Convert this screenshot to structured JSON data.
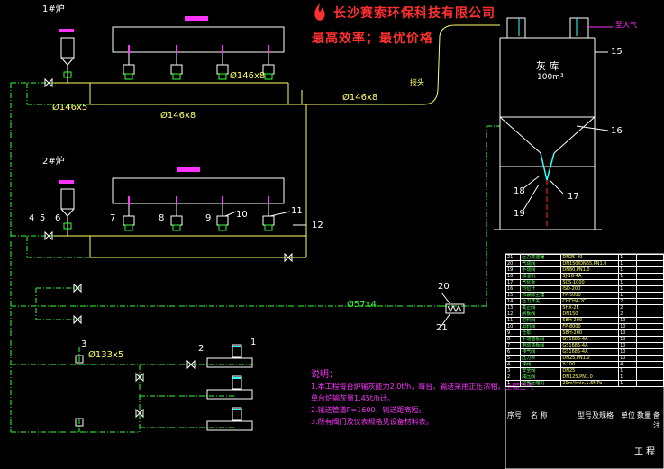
{
  "company": {
    "name": "长沙赛索环保科技有限公司",
    "slogan": "最高效率；最优价格",
    "logo": "flame-logo-icon"
  },
  "furnaces": {
    "f1_label": "1#炉",
    "f2_label": "2#炉"
  },
  "silo": {
    "name": "灰 库",
    "volume": "100m³",
    "vent_label": "至大气"
  },
  "pipes": {
    "p1": "Ø146x5",
    "p2": "Ø146x8",
    "p3": "Ø146x8",
    "p4": "Ø146x8",
    "p5": "Ø57x4",
    "p6": "Ø133x5",
    "link": "接头"
  },
  "callouts": [
    "1",
    "2",
    "3",
    "4",
    "5",
    "6",
    "7",
    "8",
    "9",
    "10",
    "11",
    "12",
    "15",
    "16",
    "17",
    "18",
    "19",
    "20",
    "21"
  ],
  "notes": {
    "title": "说明：",
    "line1": "1.本工程每台炉输灰能力2.0t/h，每台，输送采用正压浓相，压缩空气",
    "line2": "   单台炉输灰量1.45t/h计。",
    "line3": "2.输送管道P=1600，输送距离短。",
    "line4": "3.所有阀门及仪表规格见设备材料表。"
  },
  "bom": [
    {
      "no": "21",
      "name": "压力变送器",
      "spec": "DN25-40",
      "qty": "1"
    },
    {
      "no": "20",
      "name": "气动阀",
      "spec": "DN150/DN65,PN1.0",
      "qty": "1"
    },
    {
      "no": "19",
      "name": "手动阀",
      "spec": "DN80,PN1.0",
      "qty": "1"
    },
    {
      "no": "18",
      "name": "加湿机",
      "spec": "SJ-18-4A",
      "qty": "1"
    },
    {
      "no": "17",
      "name": "气化板",
      "spec": "SCS-1000",
      "qty": "1"
    },
    {
      "no": "16",
      "name": "料位计",
      "spec": "ISD-200",
      "qty": "1"
    },
    {
      "no": "15",
      "name": "布袋除尘器",
      "spec": "FP-5000",
      "qty": "1"
    },
    {
      "no": "14",
      "name": "压力开关",
      "spec": "CHCH4-2C",
      "qty": "2"
    },
    {
      "no": "13",
      "name": "截止阀",
      "spec": "SHX-2E",
      "qty": "2"
    },
    {
      "no": "12",
      "name": "闸板阀",
      "spec": "DN150",
      "qty": "2"
    },
    {
      "no": "11",
      "name": "进料阀",
      "spec": "SBH-200",
      "qty": "10"
    },
    {
      "no": "10",
      "name": "出料阀",
      "spec": "FP-8000",
      "qty": "10"
    },
    {
      "no": "9",
      "name": "仓泵",
      "spec": "SBH-200",
      "qty": "10"
    },
    {
      "no": "8",
      "name": "手动插板阀",
      "spec": "GS1685-4A",
      "qty": "10"
    },
    {
      "no": "7",
      "name": "电动插板阀",
      "spec": "GS1685-4A",
      "qty": "10"
    },
    {
      "no": "6",
      "name": "排气阀",
      "spec": "GS1685-4A",
      "qty": "10"
    },
    {
      "no": "5",
      "name": "压力表",
      "spec": "DN25,PN1.0",
      "qty": "10"
    },
    {
      "no": "4",
      "name": "球阀",
      "spec": "Y-100",
      "qty": "4"
    },
    {
      "no": "3",
      "name": "安全阀",
      "spec": "DN25",
      "qty": "1"
    },
    {
      "no": "2",
      "name": "减压阀",
      "spec": "DN125,PN1.0",
      "qty": "1"
    },
    {
      "no": "1",
      "name": "空气压缩机",
      "spec": "20m³/min,1.6MPa",
      "qty": "1"
    }
  ],
  "bom_header": {
    "no": "序号",
    "name": "名  称",
    "spec": "型号及规格",
    "unit": "单位",
    "qty": "数量",
    "note": "备注"
  },
  "title_block": {
    "project": "工 程"
  },
  "colors": {
    "pipe_green": "#33ff33",
    "pipe_yellow": "#ffff66",
    "equipment_white": "#ffffff",
    "magenta": "#ff33ff",
    "cyan": "#33ffff",
    "red": "#ff3030"
  }
}
